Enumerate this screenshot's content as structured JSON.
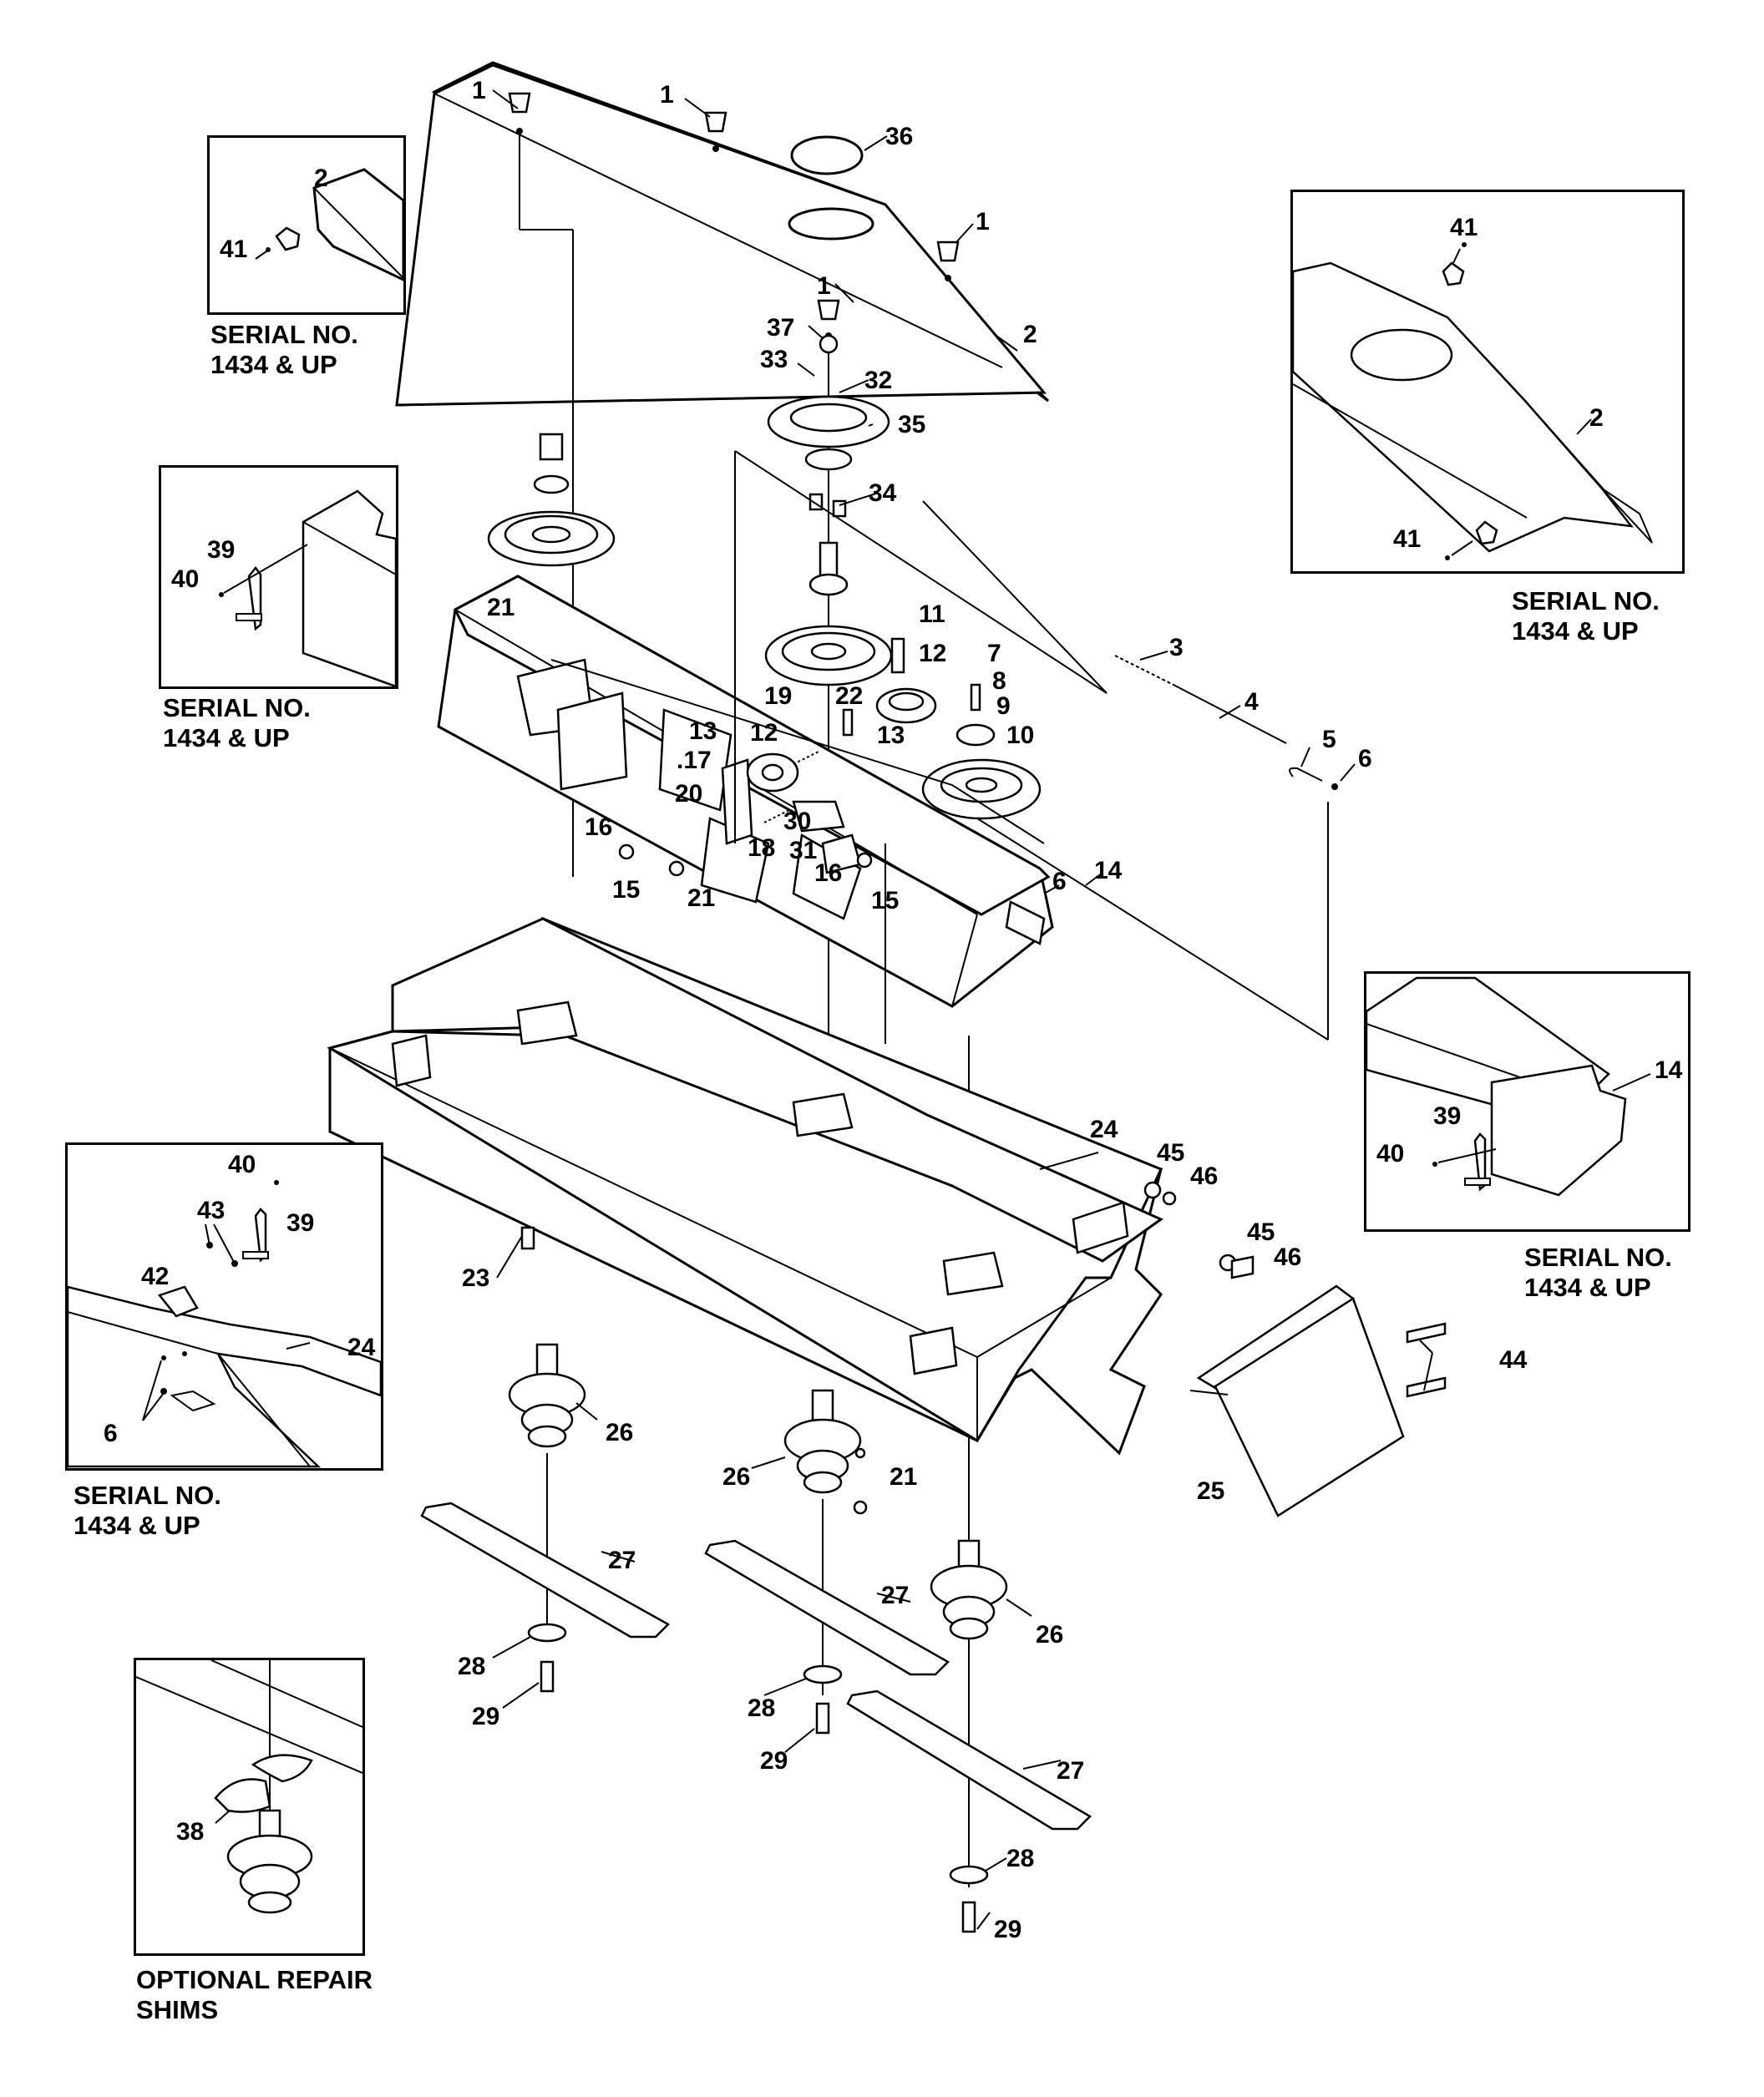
{
  "callouts": {
    "c1": "1",
    "c2": "2",
    "c3": "3",
    "c4": "4",
    "c5": "5",
    "c6": "6",
    "c7": "7",
    "c8": "8",
    "c9": "9",
    "c10": "10",
    "c11": "11",
    "c12": "12",
    "c13": "13",
    "c14": "14",
    "c15": "15",
    "c16": "16",
    "c17": ".17",
    "c18": "18",
    "c19": "19",
    "c20": "20",
    "c21": "21",
    "c22": "22",
    "c23": "23",
    "c24": "24",
    "c25": "25",
    "c26": "26",
    "c27": "27",
    "c28": "28",
    "c29": "29",
    "c30": "30",
    "c31": "31",
    "c32": "32",
    "c33": "33",
    "c34": "34",
    "c35": "35",
    "c36": "36",
    "c37": "37",
    "c38": "38",
    "c39": "39",
    "c40": "40",
    "c41": "41",
    "c42": "42",
    "c43": "43",
    "c44": "44",
    "c45": "45",
    "c46": "46"
  },
  "insets": {
    "serial_line1": "SERIAL NO.",
    "serial_line2": "1434 & UP",
    "shims_line1": "OPTIONAL REPAIR",
    "shims_line2": "SHIMS"
  }
}
